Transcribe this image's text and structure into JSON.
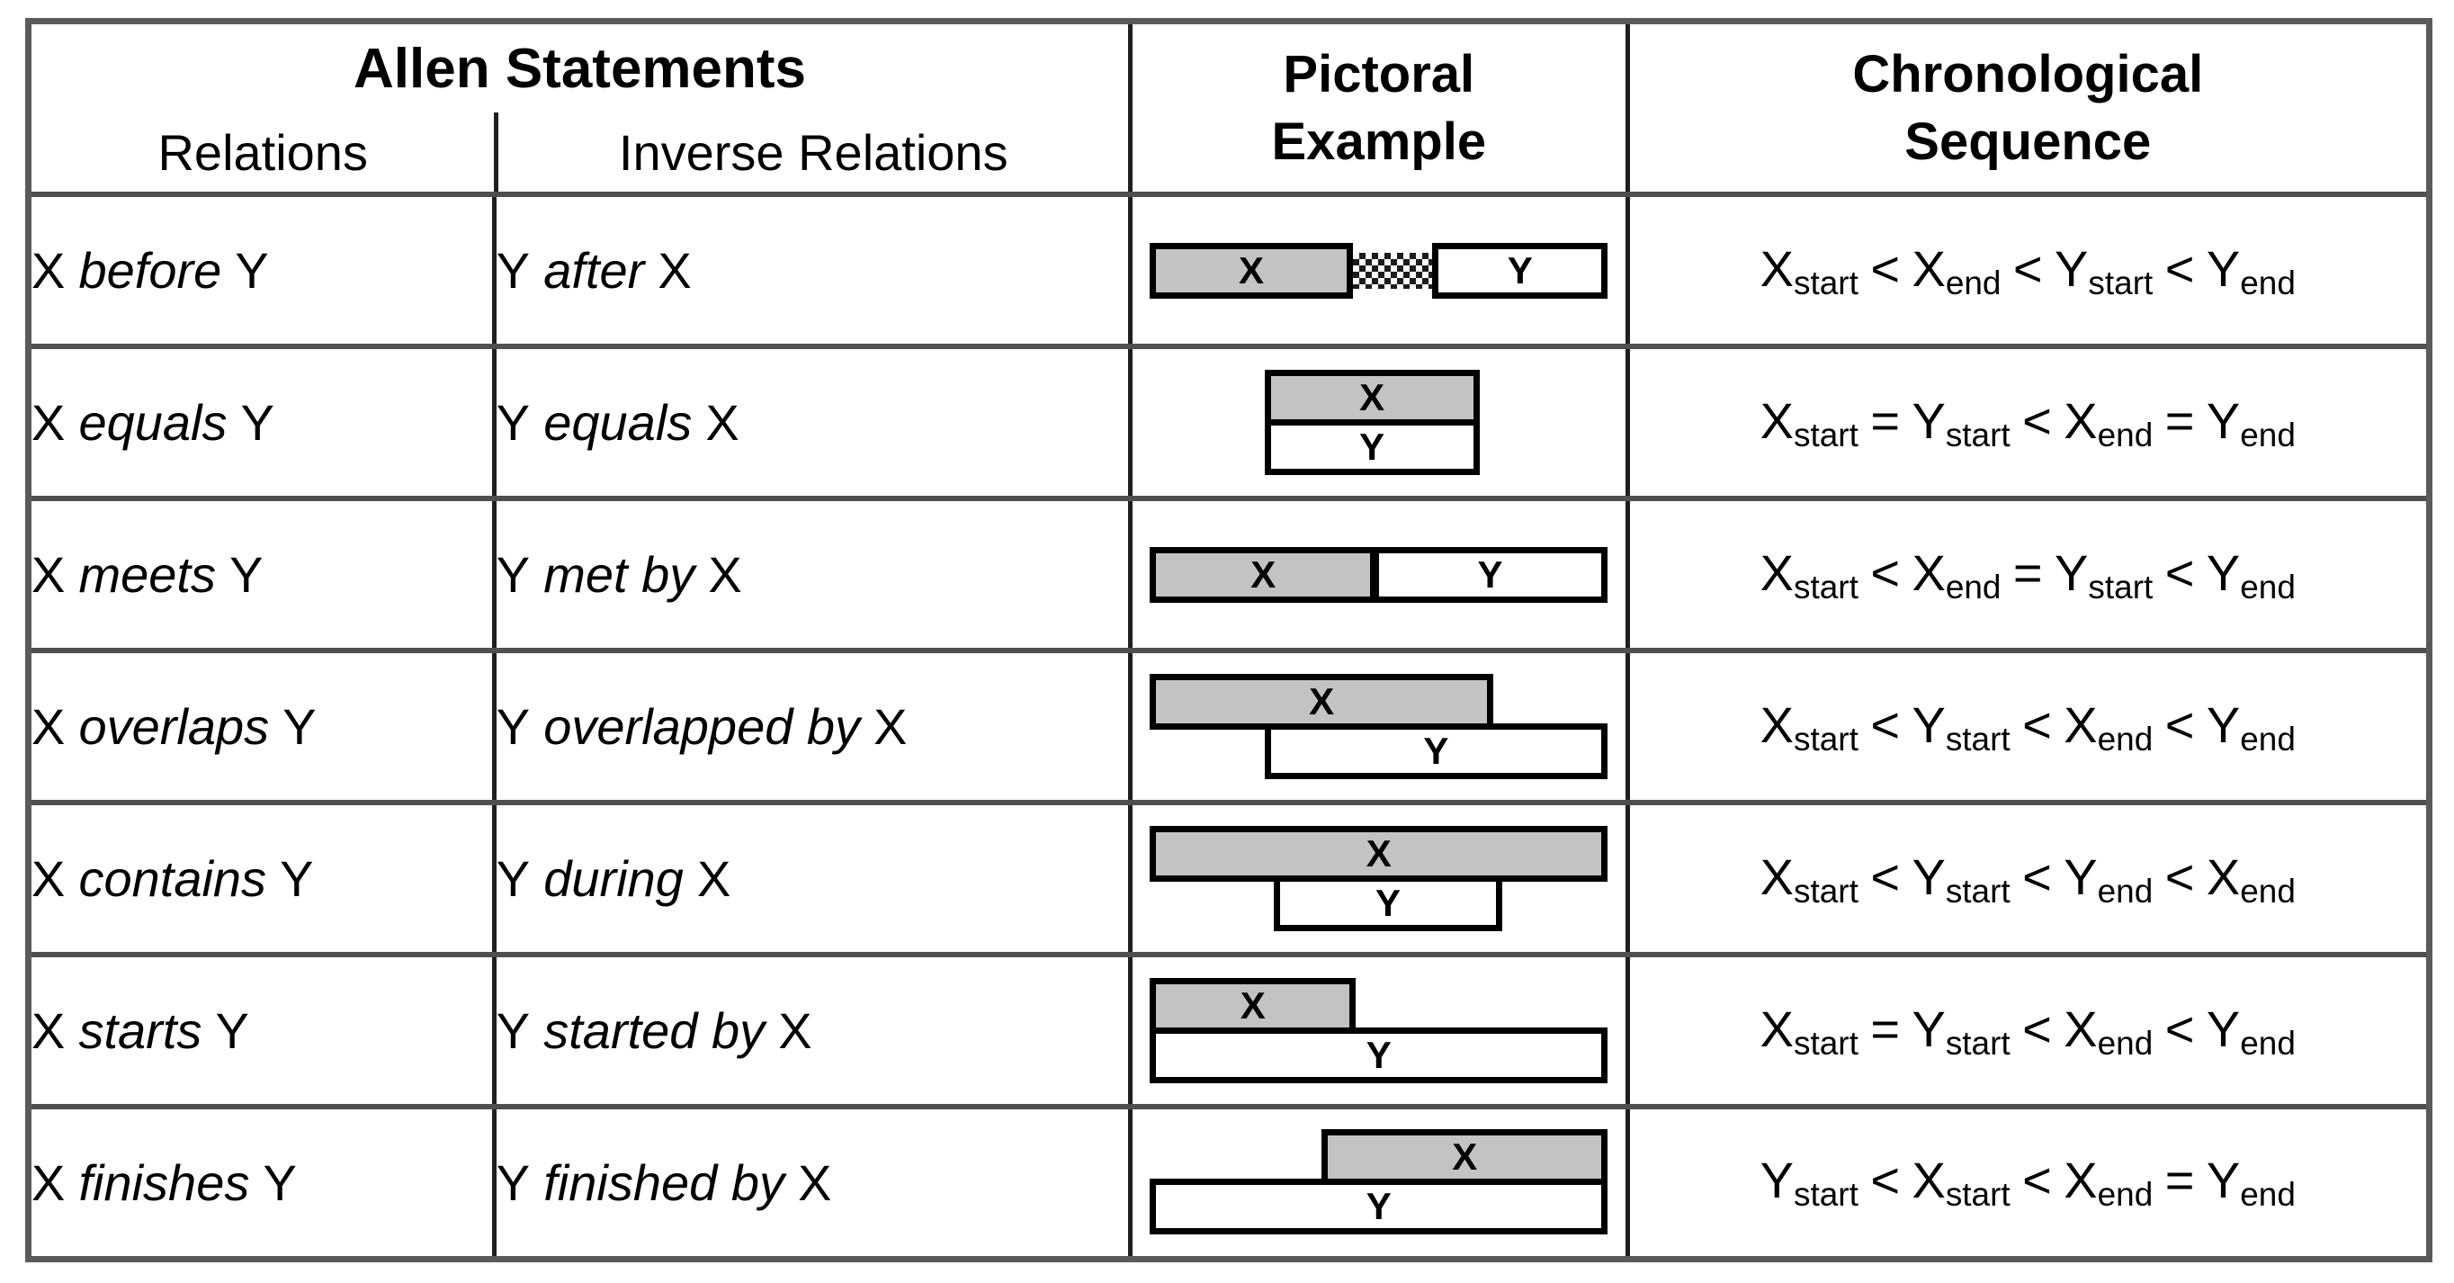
{
  "colors": {
    "box_fill_gray": "#c3c3c3",
    "box_fill_white": "#ffffff",
    "box_border": "#000000",
    "grid_line": "#4f4f4f",
    "text": "#000000"
  },
  "table": {
    "header": {
      "group_title": "Allen Statements",
      "relations": "Relations",
      "inverse_relations": "Inverse Relations",
      "pictoral_line1": "Pictoral",
      "pictoral_line2": "Example",
      "chrono_line1": "Chronological",
      "chrono_line2": "Sequence"
    },
    "rows": [
      {
        "relation": {
          "subject": "X",
          "verb": "before",
          "object": "Y"
        },
        "inverse": {
          "subject": "Y",
          "verb": "after",
          "object": "X"
        },
        "sequence": [
          {
            "term": {
              "base": "X",
              "sub": "start"
            }
          },
          {
            "op": "<"
          },
          {
            "term": {
              "base": "X",
              "sub": "end"
            }
          },
          {
            "op": "<"
          },
          {
            "term": {
              "base": "Y",
              "sub": "start"
            }
          },
          {
            "op": "<"
          },
          {
            "term": {
              "base": "Y",
              "sub": "end"
            }
          }
        ],
        "picture": {
          "boxes": [
            {
              "label": "X",
              "fill": "gray",
              "pos": "single",
              "x": 0,
              "w": 44.3
            },
            {
              "label": "Y",
              "fill": "white",
              "pos": "single",
              "x": 61.7,
              "w": 38.3
            }
          ],
          "hatch": {
            "x": 44.3,
            "w": 17.4
          }
        }
      },
      {
        "relation": {
          "subject": "X",
          "verb": "equals",
          "object": "Y"
        },
        "inverse": {
          "subject": "Y",
          "verb": "equals",
          "object": "X"
        },
        "sequence": [
          {
            "term": {
              "base": "X",
              "sub": "start"
            }
          },
          {
            "op": "="
          },
          {
            "term": {
              "base": "Y",
              "sub": "start"
            }
          },
          {
            "op": "<"
          },
          {
            "term": {
              "base": "X",
              "sub": "end"
            }
          },
          {
            "op": "="
          },
          {
            "term": {
              "base": "Y",
              "sub": "end"
            }
          }
        ],
        "picture": {
          "boxes": [
            {
              "label": "X",
              "fill": "gray",
              "pos": "top",
              "x": 25,
              "w": 47
            },
            {
              "label": "Y",
              "fill": "white",
              "pos": "bottom",
              "x": 25,
              "w": 47
            }
          ]
        }
      },
      {
        "relation": {
          "subject": "X",
          "verb": "meets",
          "object": "Y"
        },
        "inverse": {
          "subject": "Y",
          "verb": "met by",
          "object": "X"
        },
        "sequence": [
          {
            "term": {
              "base": "X",
              "sub": "start"
            }
          },
          {
            "op": "<"
          },
          {
            "term": {
              "base": "X",
              "sub": "end"
            }
          },
          {
            "op": "="
          },
          {
            "term": {
              "base": "Y",
              "sub": "start"
            }
          },
          {
            "op": "<"
          },
          {
            "term": {
              "base": "Y",
              "sub": "end"
            }
          }
        ],
        "picture": {
          "boxes": [
            {
              "label": "X",
              "fill": "gray",
              "pos": "single",
              "x": 0,
              "w": 49.5
            },
            {
              "label": "Y",
              "fill": "white",
              "pos": "single",
              "x": 48.6,
              "w": 51.4
            }
          ]
        }
      },
      {
        "relation": {
          "subject": "X",
          "verb": "overlaps",
          "object": "Y"
        },
        "inverse": {
          "subject": "Y",
          "verb": "overlapped by",
          "object": "X"
        },
        "sequence": [
          {
            "term": {
              "base": "X",
              "sub": "start"
            }
          },
          {
            "op": "<"
          },
          {
            "term": {
              "base": "Y",
              "sub": "start"
            }
          },
          {
            "op": "<"
          },
          {
            "term": {
              "base": "X",
              "sub": "end"
            }
          },
          {
            "op": "<"
          },
          {
            "term": {
              "base": "Y",
              "sub": "end"
            }
          }
        ],
        "picture": {
          "boxes": [
            {
              "label": "X",
              "fill": "gray",
              "pos": "top",
              "x": 0,
              "w": 75
            },
            {
              "label": "Y",
              "fill": "white",
              "pos": "bottom",
              "x": 25,
              "w": 75
            }
          ]
        }
      },
      {
        "relation": {
          "subject": "X",
          "verb": "contains",
          "object": "Y"
        },
        "inverse": {
          "subject": "Y",
          "verb": "during",
          "object": "X"
        },
        "sequence": [
          {
            "term": {
              "base": "X",
              "sub": "start"
            }
          },
          {
            "op": "<"
          },
          {
            "term": {
              "base": "Y",
              "sub": "start"
            }
          },
          {
            "op": "<"
          },
          {
            "term": {
              "base": "Y",
              "sub": "end"
            }
          },
          {
            "op": "<"
          },
          {
            "term": {
              "base": "X",
              "sub": "end"
            }
          }
        ],
        "picture": {
          "boxes": [
            {
              "label": "X",
              "fill": "gray",
              "pos": "top",
              "x": 0,
              "w": 100
            },
            {
              "label": "Y",
              "fill": "white",
              "pos": "bottom",
              "x": 27,
              "w": 50
            }
          ]
        }
      },
      {
        "relation": {
          "subject": "X",
          "verb": "starts",
          "object": "Y"
        },
        "inverse": {
          "subject": "Y",
          "verb": "started by",
          "object": "X"
        },
        "sequence": [
          {
            "term": {
              "base": "X",
              "sub": "start"
            }
          },
          {
            "op": "="
          },
          {
            "term": {
              "base": "Y",
              "sub": "start"
            }
          },
          {
            "op": "<"
          },
          {
            "term": {
              "base": "X",
              "sub": "end"
            }
          },
          {
            "op": "<"
          },
          {
            "term": {
              "base": "Y",
              "sub": "end"
            }
          }
        ],
        "picture": {
          "boxes": [
            {
              "label": "X",
              "fill": "gray",
              "pos": "top",
              "x": 0,
              "w": 45
            },
            {
              "label": "Y",
              "fill": "white",
              "pos": "bottom",
              "x": 0,
              "w": 100
            }
          ]
        }
      },
      {
        "relation": {
          "subject": "X",
          "verb": "finishes",
          "object": "Y"
        },
        "inverse": {
          "subject": "Y",
          "verb": "finished by",
          "object": "X"
        },
        "sequence": [
          {
            "term": {
              "base": "Y",
              "sub": "start"
            }
          },
          {
            "op": "<"
          },
          {
            "term": {
              "base": "X",
              "sub": "start"
            }
          },
          {
            "op": "<"
          },
          {
            "term": {
              "base": "X",
              "sub": "end"
            }
          },
          {
            "op": "="
          },
          {
            "term": {
              "base": "Y",
              "sub": "end"
            }
          }
        ],
        "picture": {
          "boxes": [
            {
              "label": "X",
              "fill": "gray",
              "pos": "top",
              "x": 37.5,
              "w": 62.5
            },
            {
              "label": "Y",
              "fill": "white",
              "pos": "bottom",
              "x": 0,
              "w": 100
            }
          ]
        }
      }
    ]
  }
}
